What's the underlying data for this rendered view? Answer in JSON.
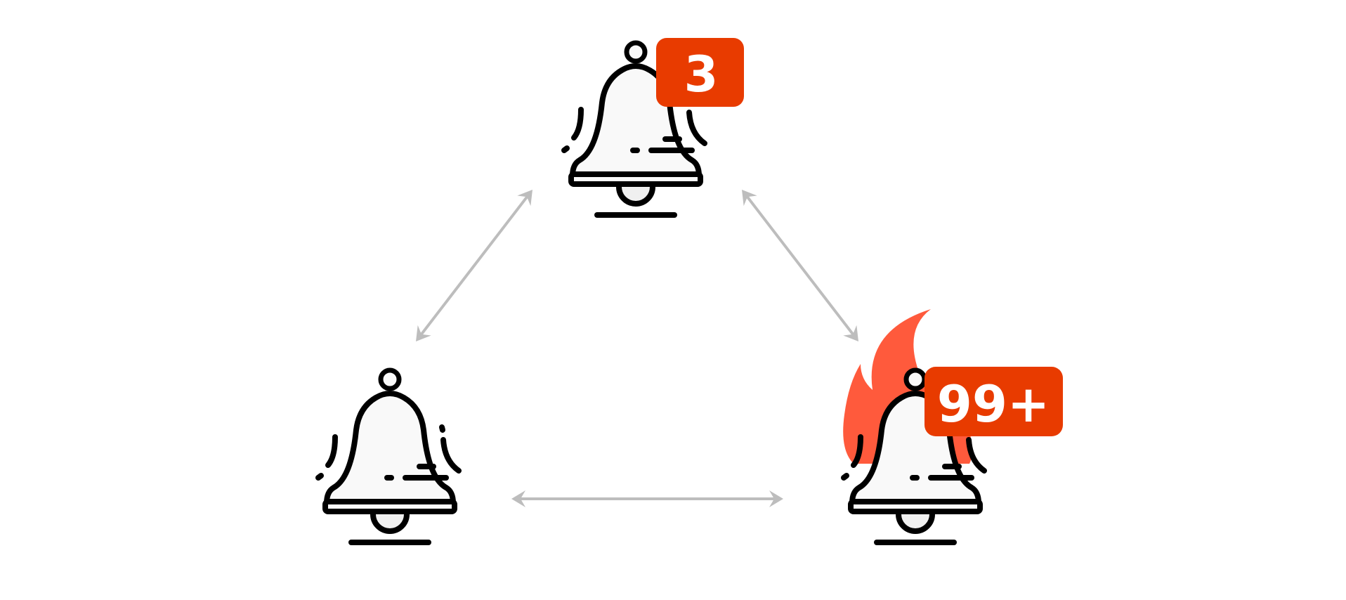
{
  "colors": {
    "background": "#ffffff",
    "stroke": "#000000",
    "bell_fill": "#f9f9f9",
    "badge": "#e83b00",
    "flame": "#ff5a3c",
    "arrow": "#bdbdbd"
  },
  "bells": [
    {
      "id": "top",
      "icon": "bell-icon",
      "badge": "3"
    },
    {
      "id": "bottom-left",
      "icon": "bell-icon",
      "badge": ""
    },
    {
      "id": "bottom-right",
      "icon": "bell-icon",
      "badge": "99+",
      "flame": true
    }
  ],
  "connections": [
    {
      "from": "top",
      "to": "bottom-left",
      "bidirectional": true
    },
    {
      "from": "top",
      "to": "bottom-right",
      "bidirectional": true
    },
    {
      "from": "bottom-left",
      "to": "bottom-right",
      "bidirectional": true
    }
  ]
}
